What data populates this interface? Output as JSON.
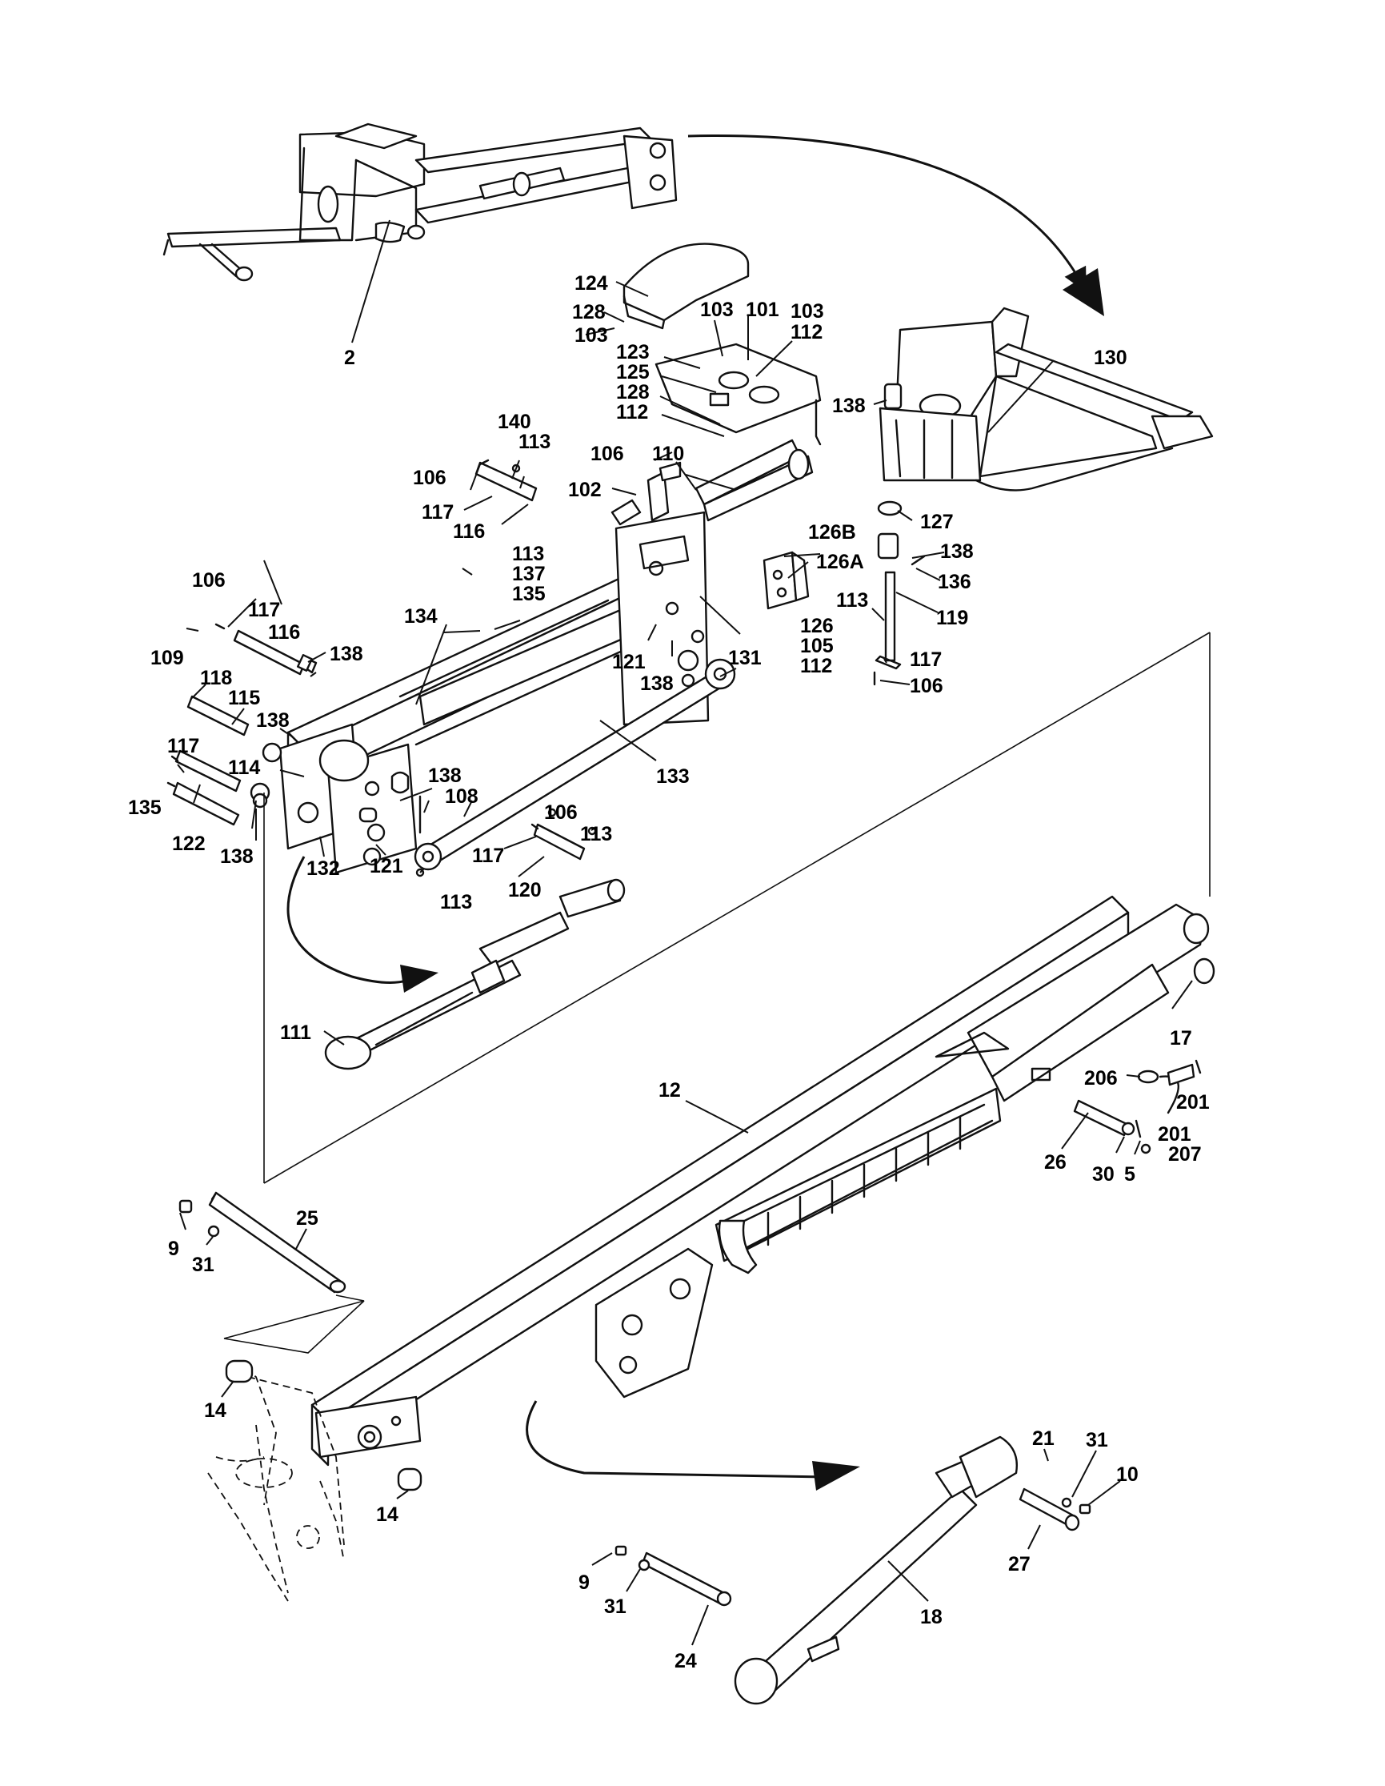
{
  "callouts": [
    {
      "id": "c2",
      "text": "2"
    },
    {
      "id": "c124",
      "text": "124"
    },
    {
      "id": "c128a",
      "text": "128"
    },
    {
      "id": "c103a",
      "text": "103"
    },
    {
      "id": "c103b",
      "text": "103"
    },
    {
      "id": "c101",
      "text": "101"
    },
    {
      "id": "c103c",
      "text": "103"
    },
    {
      "id": "c112a",
      "text": "112"
    },
    {
      "id": "c123",
      "text": "123"
    },
    {
      "id": "c125",
      "text": "125"
    },
    {
      "id": "c128b",
      "text": "128"
    },
    {
      "id": "c112b",
      "text": "112"
    },
    {
      "id": "c130",
      "text": "130"
    },
    {
      "id": "c138a",
      "text": "138"
    },
    {
      "id": "c140",
      "text": "140"
    },
    {
      "id": "c113a",
      "text": "113"
    },
    {
      "id": "c106a",
      "text": "106"
    },
    {
      "id": "c117a",
      "text": "117"
    },
    {
      "id": "c116a",
      "text": "116"
    },
    {
      "id": "c106b",
      "text": "106"
    },
    {
      "id": "c110",
      "text": "110"
    },
    {
      "id": "c102",
      "text": "102"
    },
    {
      "id": "c127",
      "text": "127"
    },
    {
      "id": "c113b",
      "text": "113"
    },
    {
      "id": "c137",
      "text": "137"
    },
    {
      "id": "c135a",
      "text": "135"
    },
    {
      "id": "c126B",
      "text": "126B"
    },
    {
      "id": "c126A",
      "text": "126A"
    },
    {
      "id": "c138b",
      "text": "138"
    },
    {
      "id": "c136",
      "text": "136"
    },
    {
      "id": "c113c",
      "text": "113"
    },
    {
      "id": "c119",
      "text": "119"
    },
    {
      "id": "c126",
      "text": "126"
    },
    {
      "id": "c105",
      "text": "105"
    },
    {
      "id": "c112c",
      "text": "112"
    },
    {
      "id": "c117b",
      "text": "117"
    },
    {
      "id": "c106c",
      "text": "106"
    },
    {
      "id": "c106d",
      "text": "106"
    },
    {
      "id": "c117c",
      "text": "117"
    },
    {
      "id": "c116b",
      "text": "116"
    },
    {
      "id": "c134",
      "text": "134"
    },
    {
      "id": "c138c",
      "text": "138"
    },
    {
      "id": "c109",
      "text": "109"
    },
    {
      "id": "c118",
      "text": "118"
    },
    {
      "id": "c115",
      "text": "115"
    },
    {
      "id": "c138d",
      "text": "138"
    },
    {
      "id": "c121a",
      "text": "121"
    },
    {
      "id": "c138e",
      "text": "138"
    },
    {
      "id": "c131",
      "text": "131"
    },
    {
      "id": "c117d",
      "text": "117"
    },
    {
      "id": "c114",
      "text": "114"
    },
    {
      "id": "c133",
      "text": "133"
    },
    {
      "id": "c135b",
      "text": "135"
    },
    {
      "id": "c138f",
      "text": "138"
    },
    {
      "id": "c108",
      "text": "108"
    },
    {
      "id": "c122",
      "text": "122"
    },
    {
      "id": "c138g",
      "text": "138"
    },
    {
      "id": "c106e",
      "text": "106"
    },
    {
      "id": "c113d",
      "text": "113"
    },
    {
      "id": "c117e",
      "text": "117"
    },
    {
      "id": "c132",
      "text": "132"
    },
    {
      "id": "c121b",
      "text": "121"
    },
    {
      "id": "c113e",
      "text": "113"
    },
    {
      "id": "c120",
      "text": "120"
    },
    {
      "id": "c111",
      "text": "111"
    },
    {
      "id": "c17",
      "text": "17"
    },
    {
      "id": "c12",
      "text": "12"
    },
    {
      "id": "c206",
      "text": "206"
    },
    {
      "id": "c201a",
      "text": "201"
    },
    {
      "id": "c201b",
      "text": "201"
    },
    {
      "id": "c207",
      "text": "207"
    },
    {
      "id": "c26",
      "text": "26"
    },
    {
      "id": "c30",
      "text": "30"
    },
    {
      "id": "c5",
      "text": "5"
    },
    {
      "id": "c25",
      "text": "25"
    },
    {
      "id": "c9a",
      "text": "9"
    },
    {
      "id": "c31a",
      "text": "31"
    },
    {
      "id": "c14a",
      "text": "14"
    },
    {
      "id": "c14b",
      "text": "14"
    },
    {
      "id": "c21",
      "text": "21"
    },
    {
      "id": "c31b",
      "text": "31"
    },
    {
      "id": "c10",
      "text": "10"
    },
    {
      "id": "c27",
      "text": "27"
    },
    {
      "id": "c9b",
      "text": "9"
    },
    {
      "id": "c31c",
      "text": "31"
    },
    {
      "id": "c24",
      "text": "24"
    },
    {
      "id": "c18",
      "text": "18"
    }
  ]
}
